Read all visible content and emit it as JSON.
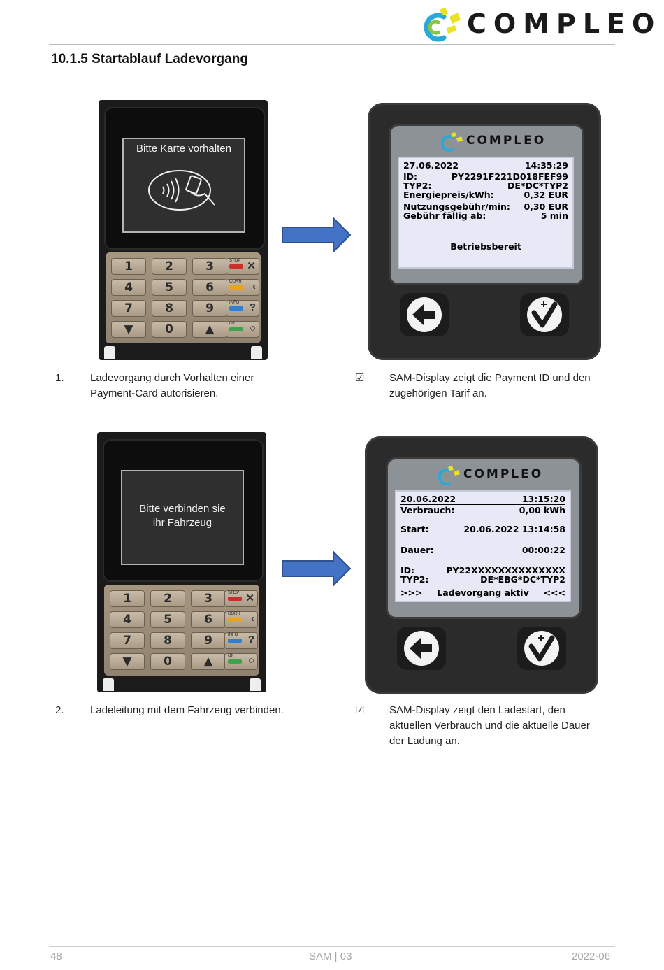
{
  "header": {
    "brand": "COMPLEO"
  },
  "section": {
    "title": "10.1.5  Startablauf Ladevorgang"
  },
  "steps": [
    {
      "number": "1.",
      "action_lines": [
        "Ladevorgang durch Vorhalten einer",
        "Payment-Card autorisieren."
      ],
      "result_mark": "☑",
      "result_lines": [
        "SAM-Display zeigt die Payment ID und den",
        "zugehörigen Tarif an."
      ],
      "terminal": {
        "message_lines": [
          "Bitte Karte vorhalten"
        ]
      },
      "sam": {
        "date": "27.06.2022",
        "time": "14:35:29",
        "rows": [
          {
            "l": "ID:",
            "r": "PY2291F221D018FEF99"
          },
          {
            "l": "TYP2:",
            "r": "DE*DC*TYP2"
          },
          {
            "l": "Energiepreis/kWh:",
            "r": "0,32 EUR"
          },
          {
            "l": "Nutzungsgebühr/min:",
            "r": "0,30 EUR"
          },
          {
            "l": "Gebühr fällig ab:",
            "r": "5 min"
          }
        ],
        "status": "Betriebsbereit"
      }
    },
    {
      "number": "2.",
      "action_lines": [
        "Ladeleitung mit dem Fahrzeug verbinden."
      ],
      "result_mark": "☑",
      "result_lines": [
        "SAM-Display zeigt den Ladestart, den",
        "aktuellen Verbrauch und die aktuelle Dauer",
        "der Ladung an."
      ],
      "terminal": {
        "message_lines": [
          "Bitte verbinden sie",
          "ihr Fahrzeug"
        ]
      },
      "sam": {
        "date": "20.06.2022",
        "time": "13:15:20",
        "rows": [
          {
            "l": "Verbrauch:",
            "r": "0,00 kWh"
          },
          {
            "l": "Start:",
            "r": "20.06.2022  13:14:58"
          },
          {
            "l": "Dauer:",
            "r": "00:00:22"
          },
          {
            "l": "ID:",
            "r": "PY22XXXXXXXXXXXXXX"
          },
          {
            "l": "TYP2:",
            "r": "DE*EBG*DC*TYP2"
          }
        ],
        "status_left": ">>>",
        "status": "Ladevorgang aktiv",
        "status_right": "<<<"
      }
    }
  ],
  "keypad": {
    "keys": [
      "1",
      "2",
      "3",
      "4",
      "5",
      "6",
      "7",
      "8",
      "9",
      "▼",
      "0",
      "▲"
    ],
    "function_keys": [
      {
        "label": "STOP",
        "symbol": "✕",
        "color": "#c9302c"
      },
      {
        "label": "CORR",
        "symbol": "‹",
        "color": "#e8a321"
      },
      {
        "label": "INFO",
        "symbol": "?",
        "color": "#2f7fd3"
      },
      {
        "label": "OK",
        "symbol": "○",
        "color": "#3fa34d"
      }
    ]
  },
  "icons": {
    "contactless": "contactless-card-icon",
    "back": "back-arrow-icon",
    "confirm": "confirm-check-icon",
    "arrow": "flow-arrow-icon"
  },
  "footer": {
    "page": "48",
    "doc": "SAM | 03",
    "date": "2022-06"
  }
}
